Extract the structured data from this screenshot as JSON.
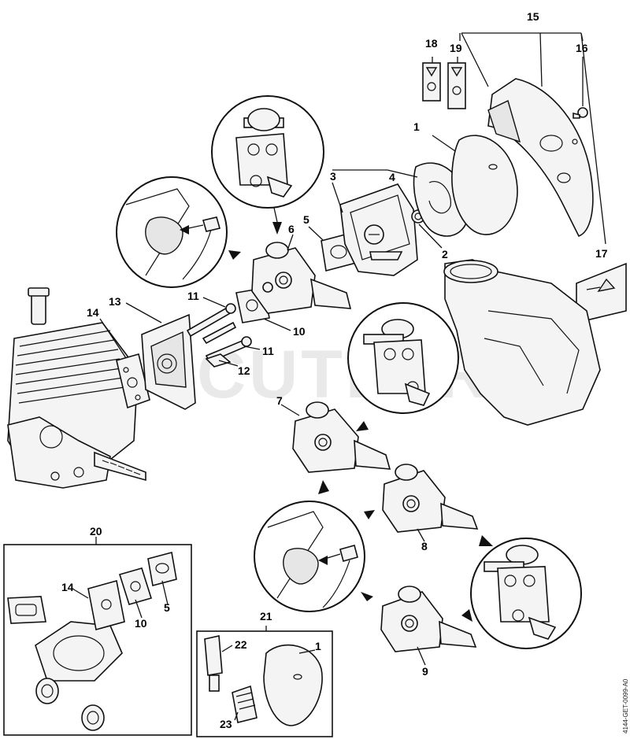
{
  "diagram": {
    "labels": {
      "l1a": "1",
      "l2": "2",
      "l3": "3",
      "l4": "4",
      "l5a": "5",
      "l6": "6",
      "l7": "7",
      "l8": "8",
      "l9": "9",
      "l10a": "10",
      "l11a": "11",
      "l11b": "11",
      "l12": "12",
      "l13": "13",
      "l14a": "14",
      "l15": "15",
      "l16": "16",
      "l17": "17",
      "l18": "18",
      "l19": "19",
      "l20": "20",
      "l21": "21",
      "l22": "22",
      "l23": "23",
      "l14b": "14",
      "l10b": "10",
      "l5b": "5",
      "l1b": "1"
    },
    "watermark": "CUTLER'S",
    "doc_code": "4144-GET-0099-A0"
  }
}
